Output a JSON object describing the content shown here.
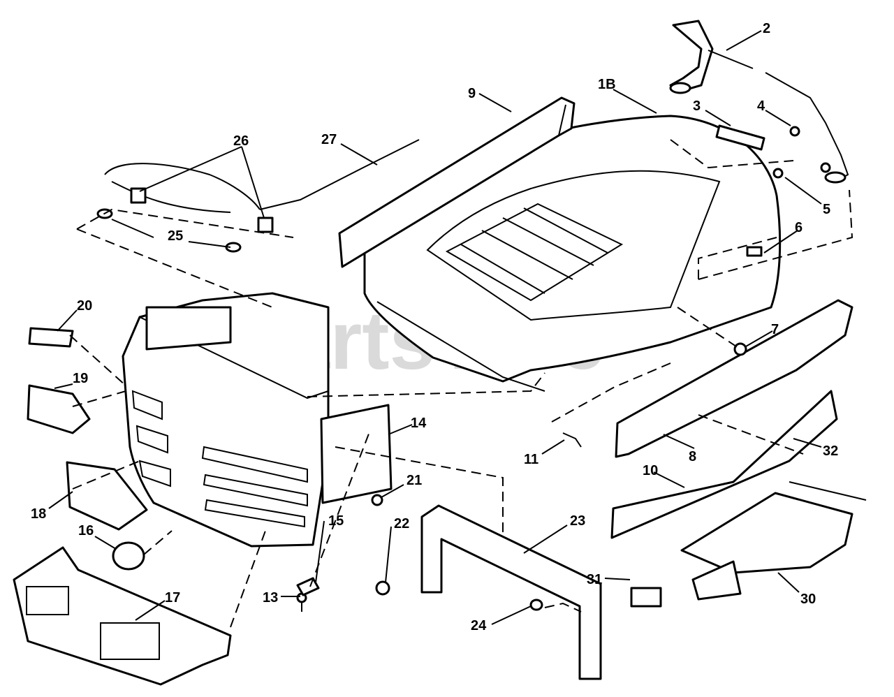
{
  "watermark": {
    "text": "PartsTree",
    "mark": "TM"
  },
  "callouts": [
    {
      "id": "c2",
      "label": "2"
    },
    {
      "id": "c1b",
      "label": "1B"
    },
    {
      "id": "c3",
      "label": "3"
    },
    {
      "id": "c4",
      "label": "4"
    },
    {
      "id": "c5",
      "label": "5"
    },
    {
      "id": "c6",
      "label": "6"
    },
    {
      "id": "c7",
      "label": "7"
    },
    {
      "id": "c8",
      "label": "8"
    },
    {
      "id": "c9",
      "label": "9"
    },
    {
      "id": "c10",
      "label": "10"
    },
    {
      "id": "c11",
      "label": "11"
    },
    {
      "id": "c13",
      "label": "13"
    },
    {
      "id": "c14",
      "label": "14"
    },
    {
      "id": "c15",
      "label": "15"
    },
    {
      "id": "c16",
      "label": "16"
    },
    {
      "id": "c17",
      "label": "17"
    },
    {
      "id": "c18",
      "label": "18"
    },
    {
      "id": "c19",
      "label": "19"
    },
    {
      "id": "c20",
      "label": "20"
    },
    {
      "id": "c21",
      "label": "21"
    },
    {
      "id": "c22",
      "label": "22"
    },
    {
      "id": "c23",
      "label": "23"
    },
    {
      "id": "c24",
      "label": "24"
    },
    {
      "id": "c25",
      "label": "25"
    },
    {
      "id": "c26",
      "label": "26"
    },
    {
      "id": "c27",
      "label": "27"
    },
    {
      "id": "c30",
      "label": "30"
    },
    {
      "id": "c31",
      "label": "31"
    },
    {
      "id": "c32",
      "label": "32"
    }
  ]
}
